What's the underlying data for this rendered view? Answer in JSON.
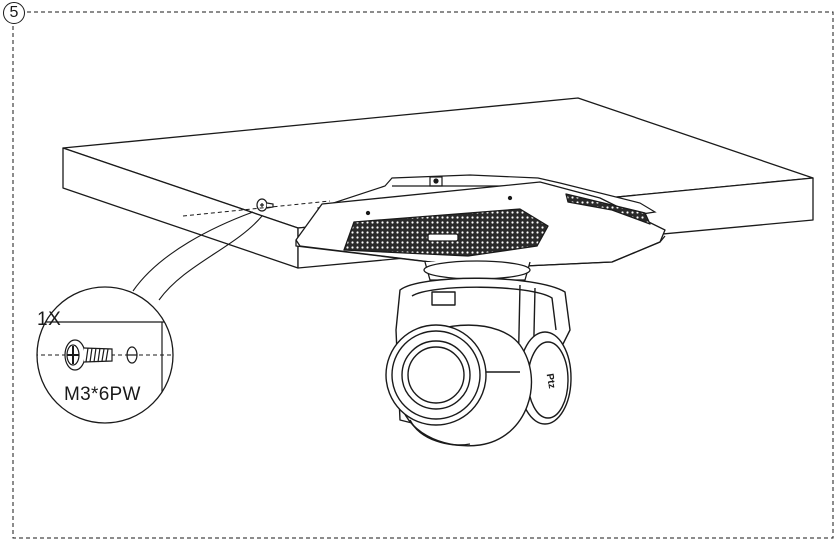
{
  "diagram": {
    "step_number": "5",
    "callout": {
      "quantity": "1X",
      "screw_spec": "M3*6PW"
    },
    "camera_logo_text": "Ptz"
  },
  "colors": {
    "line": "#1a1a1a",
    "grille": "#2a2a2a",
    "background": "#ffffff"
  }
}
